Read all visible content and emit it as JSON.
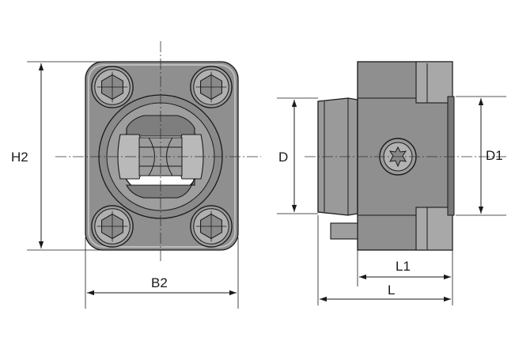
{
  "colors": {
    "body": "#8f8f8f",
    "body_light": "#b5b5b5",
    "body_dark": "#6f6f6f",
    "line": "#1a1a1a",
    "background": "#ffffff"
  },
  "labels": {
    "h2": "H2",
    "b2": "B2",
    "d": "D",
    "d1": "D1",
    "l1": "L1",
    "l": "L"
  },
  "icons": {
    "screw": "hex-socket-screw-icon",
    "torx": "torx-screw-icon"
  }
}
